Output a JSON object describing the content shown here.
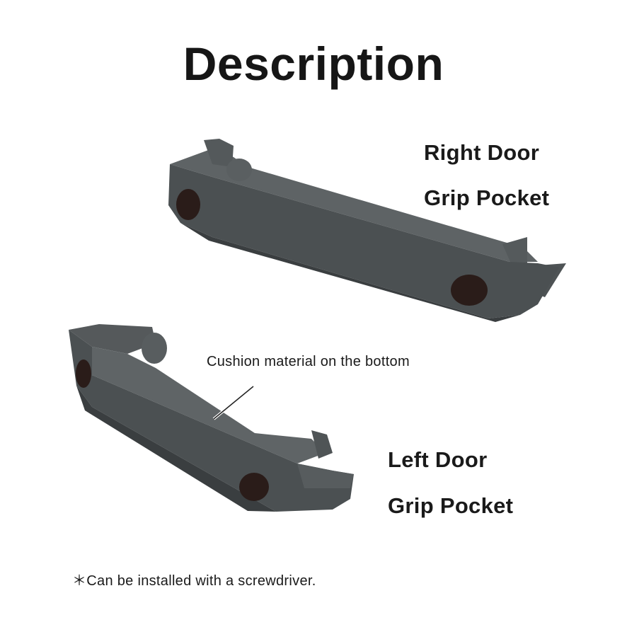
{
  "title": "Description",
  "right_part": {
    "line1": "Right Door",
    "line2": "Grip Pocket"
  },
  "left_part": {
    "line1": "Left Door",
    "line2": "Grip Pocket"
  },
  "annotation": "Cushion material on the bottom",
  "footnote": "＊Can be installed with a screwdriver.",
  "colors": {
    "part_body": "#4b5052",
    "part_top": "#5d6264",
    "part_shadow": "#363a3c",
    "hole": "#2a1c19"
  }
}
